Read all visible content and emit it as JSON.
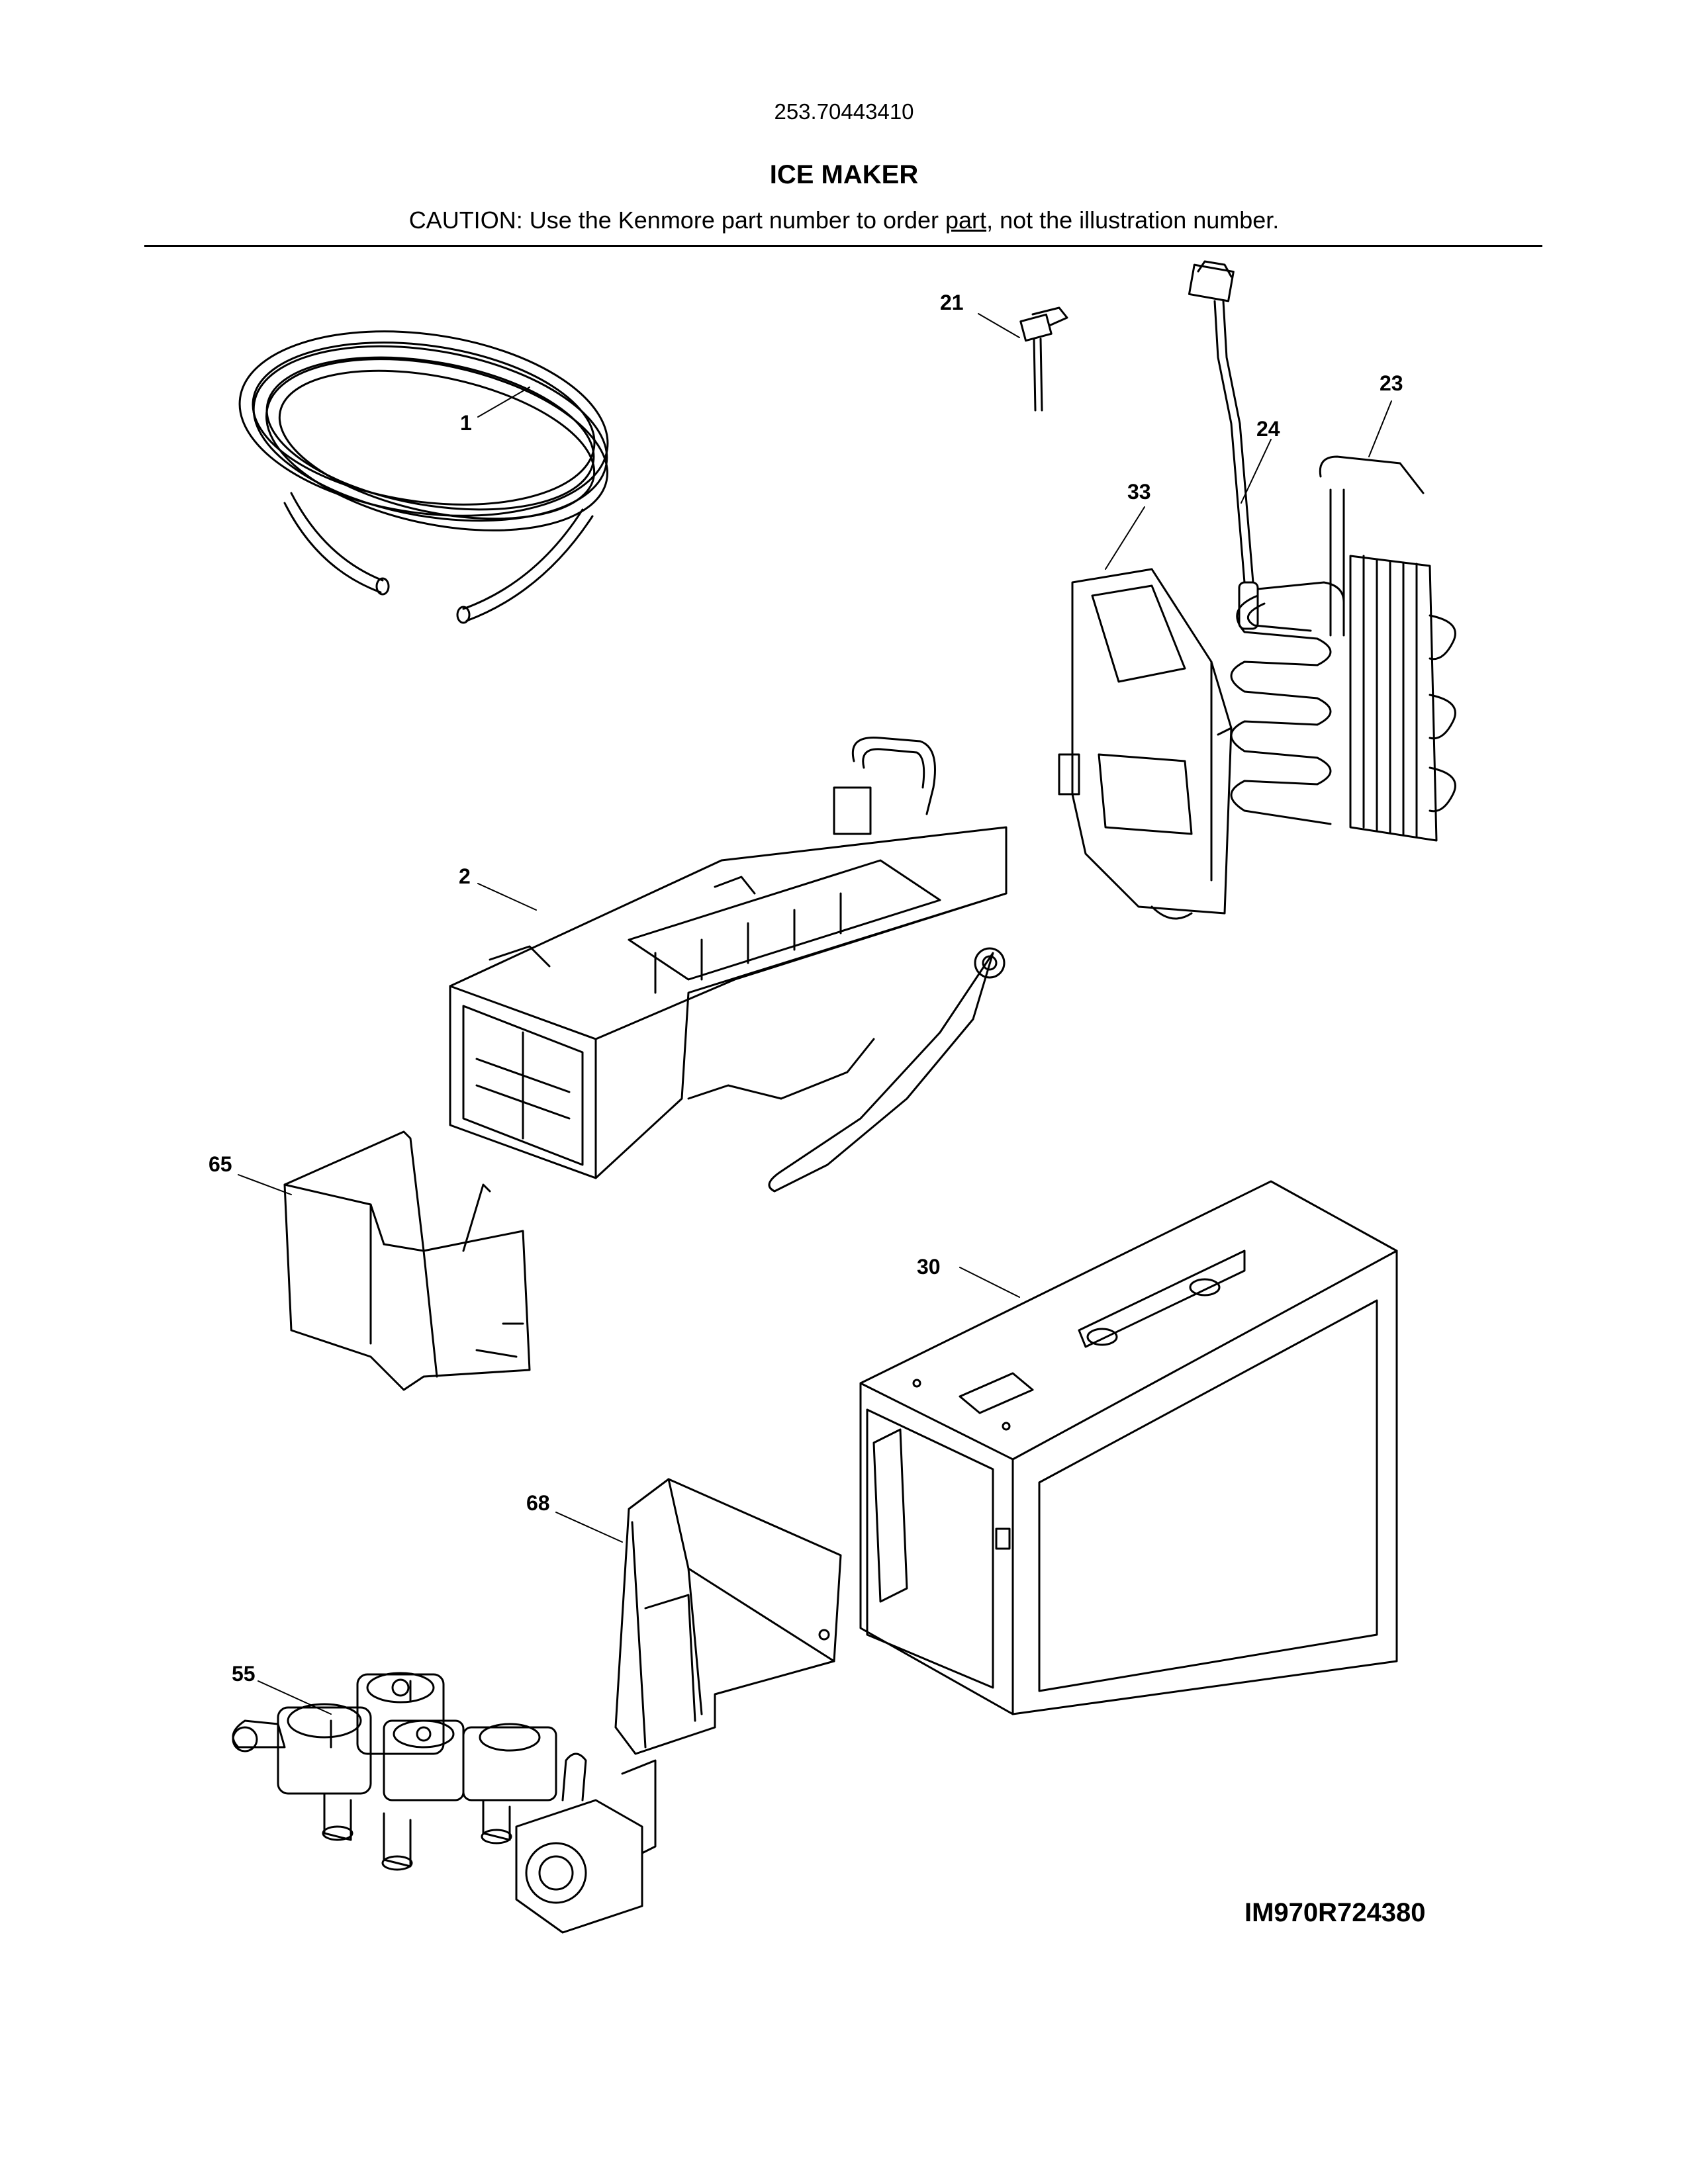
{
  "header": {
    "model_number": "253.70443410",
    "title": "ICE MAKER",
    "caution_prefix": "CAUTION: Use the Kenmore part number to order ",
    "caution_underlined": "part",
    "caution_suffix": ", not the illustration number."
  },
  "callouts": {
    "c1": "1",
    "c2": "2",
    "c21": "21",
    "c23": "23",
    "c24": "24",
    "c30": "30",
    "c33": "33",
    "c55": "55",
    "c65": "65",
    "c68": "68"
  },
  "footer": {
    "illustration_id": "IM970R724380"
  }
}
